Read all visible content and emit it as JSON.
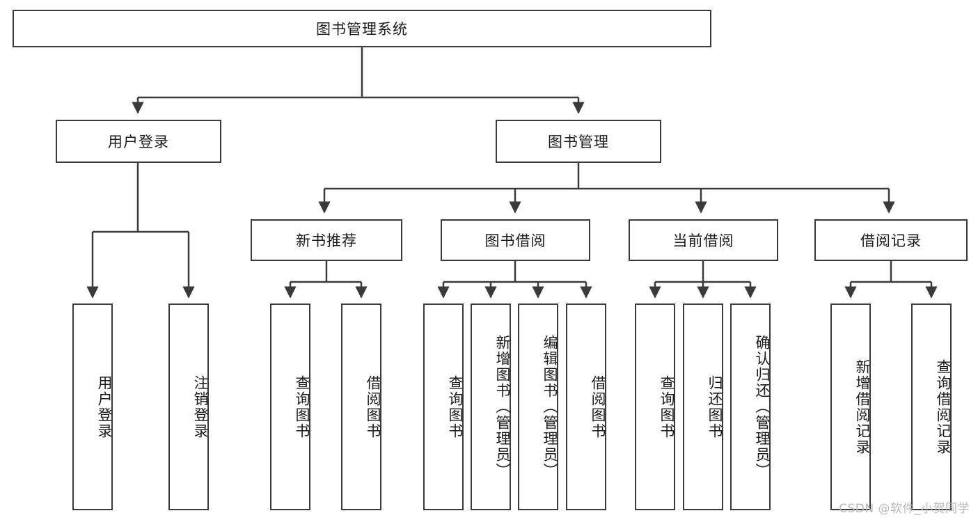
{
  "diagram": {
    "type": "tree-hierarchy",
    "title": "图书管理系统",
    "watermark": "CSDN @软件_小贺同学",
    "colors": {
      "stroke": "#3a3a3a",
      "fill": "#ffffff",
      "text": "#1a1a1a",
      "watermark": "#b9b9b9"
    },
    "levels": [
      {
        "level": 1,
        "nodes": [
          {
            "id": "root",
            "label": "图书管理系统",
            "orientation": "horizontal"
          }
        ]
      },
      {
        "level": 2,
        "nodes": [
          {
            "id": "login",
            "label": "用户登录",
            "orientation": "horizontal",
            "parent": "root"
          },
          {
            "id": "bookmgmt",
            "label": "图书管理",
            "orientation": "horizontal",
            "parent": "root"
          }
        ]
      },
      {
        "level": 3,
        "nodes": [
          {
            "id": "newbook",
            "label": "新书推荐",
            "orientation": "horizontal",
            "parent": "bookmgmt"
          },
          {
            "id": "borrow",
            "label": "图书借阅",
            "orientation": "horizontal",
            "parent": "bookmgmt"
          },
          {
            "id": "current",
            "label": "当前借阅",
            "orientation": "horizontal",
            "parent": "bookmgmt"
          },
          {
            "id": "records",
            "label": "借阅记录",
            "orientation": "horizontal",
            "parent": "bookmgmt"
          }
        ]
      },
      {
        "level": 4,
        "nodes": [
          {
            "id": "leaf1",
            "label": "用户登录",
            "orientation": "vertical",
            "parent": "login"
          },
          {
            "id": "leaf2",
            "label": "注销登录",
            "orientation": "vertical",
            "parent": "login"
          },
          {
            "id": "leaf3",
            "label": "查询图书",
            "orientation": "vertical",
            "parent": "newbook"
          },
          {
            "id": "leaf4",
            "label": "借阅图书",
            "orientation": "vertical",
            "parent": "newbook"
          },
          {
            "id": "leaf5",
            "label": "查询图书",
            "orientation": "vertical",
            "parent": "borrow"
          },
          {
            "id": "leaf6",
            "label": "新增图书（管理员）",
            "orientation": "vertical",
            "parent": "borrow"
          },
          {
            "id": "leaf7",
            "label": "编辑图书（管理员）",
            "orientation": "vertical",
            "parent": "borrow"
          },
          {
            "id": "leaf8",
            "label": "借阅图书",
            "orientation": "vertical",
            "parent": "borrow"
          },
          {
            "id": "leaf9",
            "label": "查询图书",
            "orientation": "vertical",
            "parent": "current"
          },
          {
            "id": "leaf10",
            "label": "归还图书",
            "orientation": "vertical",
            "parent": "current"
          },
          {
            "id": "leaf11",
            "label": "确认归还（管理员）",
            "orientation": "vertical",
            "parent": "current"
          },
          {
            "id": "leaf12",
            "label": "新增借阅记录",
            "orientation": "vertical",
            "parent": "records"
          },
          {
            "id": "leaf13",
            "label": "查询借阅记录",
            "orientation": "vertical",
            "parent": "records"
          }
        ]
      }
    ]
  }
}
